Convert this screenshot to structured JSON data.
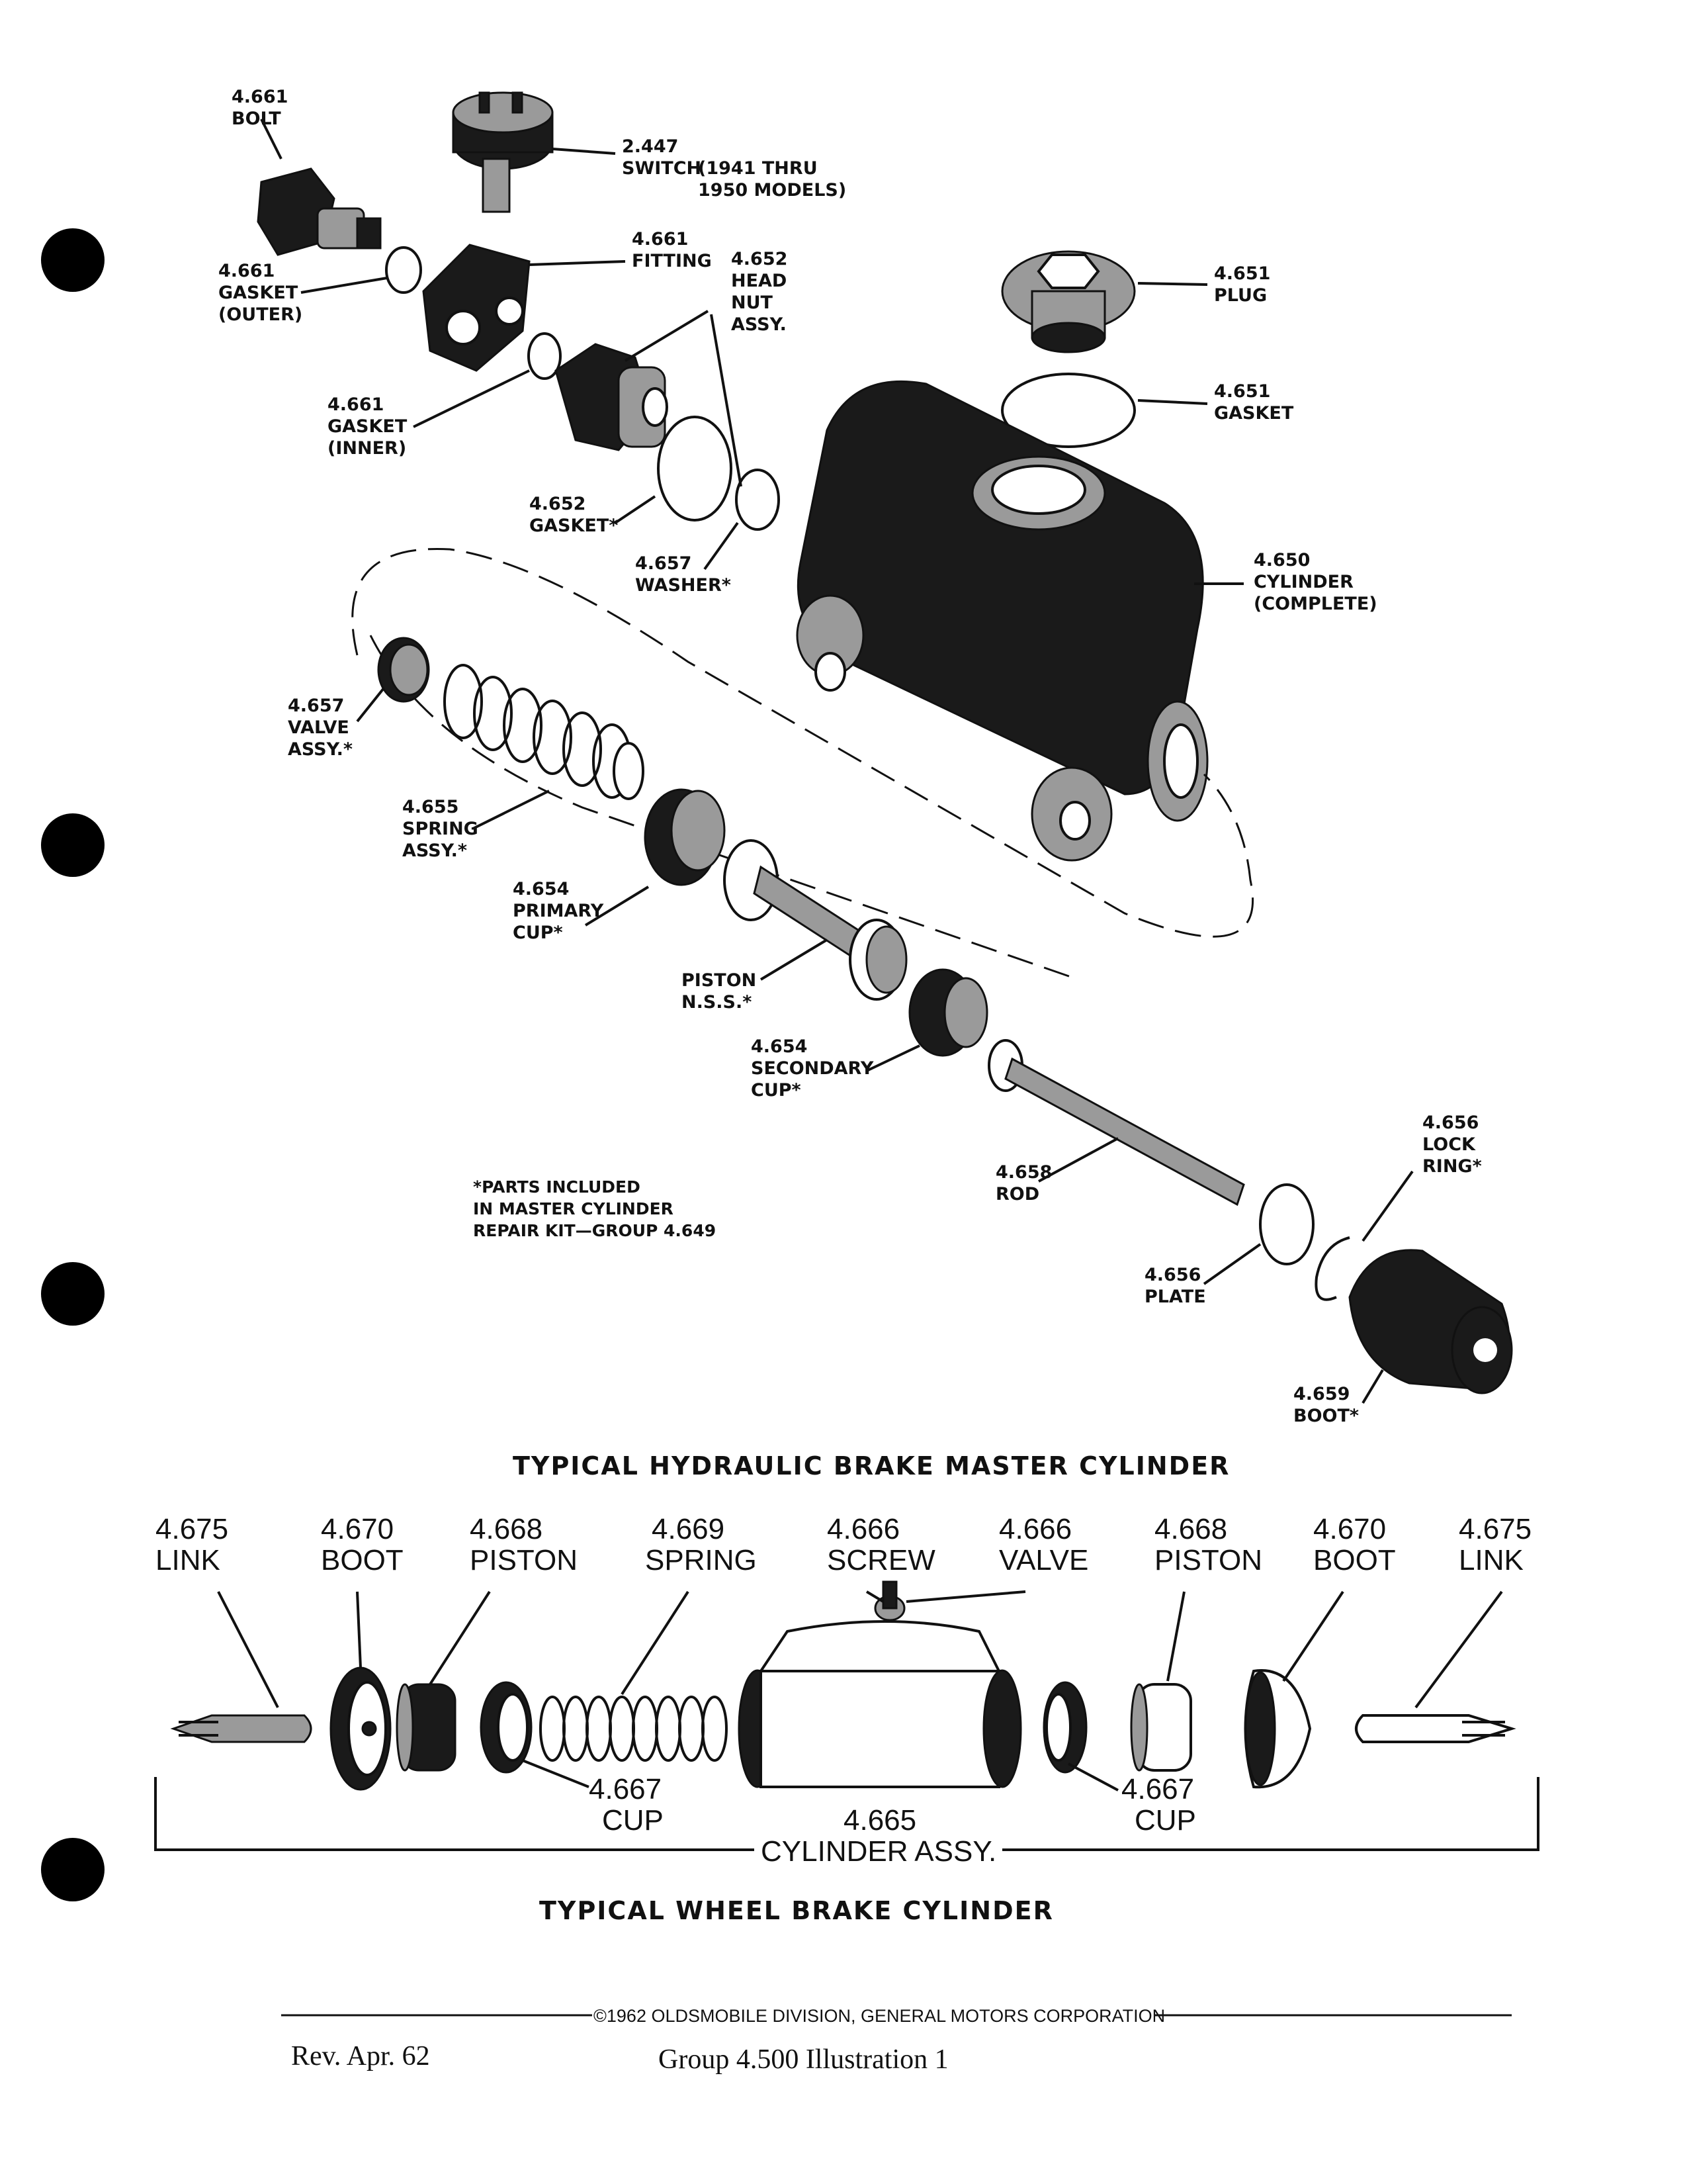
{
  "master_title": "TYPICAL HYDRAULIC BRAKE MASTER CYLINDER",
  "wheel_title": "TYPICAL WHEEL BRAKE CYLINDER",
  "kit_note": [
    "*PARTS INCLUDED",
    "IN MASTER CYLINDER",
    "REPAIR KIT—GROUP 4.649"
  ],
  "master_labels": {
    "bolt": [
      "4.661",
      "BOLT"
    ],
    "switch": [
      "2.447",
      "SWITCH",
      "(1941 THRU",
      "1950 MODELS)"
    ],
    "fitting": [
      "4.661",
      "FITTING"
    ],
    "gasket_outer": [
      "4.661",
      "GASKET",
      "(OUTER)"
    ],
    "head_nut": [
      "4.652",
      "HEAD",
      "NUT",
      "ASSY."
    ],
    "plug": [
      "4.651",
      "PLUG"
    ],
    "gasket_inner": [
      "4.661",
      "GASKET",
      "(INNER)"
    ],
    "gasket_651": [
      "4.651",
      "GASKET"
    ],
    "gasket_652": [
      "4.652",
      "GASKET*"
    ],
    "washer": [
      "4.657",
      "WASHER*"
    ],
    "cylinder": [
      "4.650",
      "CYLINDER",
      "(COMPLETE)"
    ],
    "valve": [
      "4.657",
      "VALVE",
      "ASSY.*"
    ],
    "spring": [
      "4.655",
      "SPRING",
      "ASSY.*"
    ],
    "primary_cup": [
      "4.654",
      "PRIMARY",
      "CUP*"
    ],
    "piston": [
      "PISTON",
      "N.S.S.*"
    ],
    "secondary_cup": [
      "4.654",
      "SECONDARY",
      "CUP*"
    ],
    "rod": [
      "4.658",
      "ROD"
    ],
    "lock_ring": [
      "4.656",
      "LOCK",
      "RING*"
    ],
    "plate": [
      "4.656",
      "PLATE"
    ],
    "boot": [
      "4.659",
      "BOOT*"
    ]
  },
  "wheel_labels": {
    "link_l": [
      "4.675",
      "LINK"
    ],
    "boot_l": [
      "4.670",
      "BOOT"
    ],
    "piston_l": [
      "4.668",
      "PISTON"
    ],
    "spring": [
      "4.669",
      "SPRING"
    ],
    "screw": [
      "4.666",
      "SCREW"
    ],
    "valve": [
      "4.666",
      "VALVE"
    ],
    "piston_r": [
      "4.668",
      "PISTON"
    ],
    "boot_r": [
      "4.670",
      "BOOT"
    ],
    "link_r": [
      "4.675",
      "LINK"
    ],
    "cup_l": [
      "4.667",
      "CUP"
    ],
    "assy": [
      "4.665",
      "CYLINDER ASSY."
    ],
    "cup_r": [
      "4.667",
      "CUP"
    ]
  },
  "copyright": "©1962 OLDSMOBILE DIVISION, GENERAL MOTORS CORPORATION",
  "footer_left": "Rev. Apr. 62",
  "footer_right": "Group 4.500 Illustration 1"
}
